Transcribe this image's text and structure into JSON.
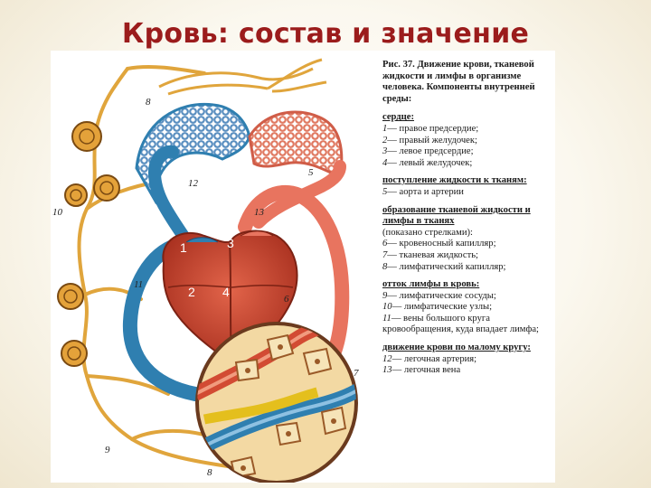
{
  "slide": {
    "title": "Кровь: состав и значение"
  },
  "figure": {
    "caption": "Рис. 37. Движение крови, тканевой жидкости и лимфы в организме человека. Компоненты внутренней среды:",
    "sections": [
      {
        "heading": "сердце:",
        "items": [
          {
            "num": "1",
            "text": "— правое предсердие;"
          },
          {
            "num": "2",
            "text": "— правый желудочек;"
          },
          {
            "num": "3",
            "text": "— левое предсердие;"
          },
          {
            "num": "4",
            "text": "— левый желудочек;"
          }
        ]
      },
      {
        "heading": "поступление жидкости к тканям:",
        "items": [
          {
            "num": "5",
            "text": "— аорта и артерии"
          }
        ]
      },
      {
        "heading": "образование тканевой жидкости и лимфы в тканях",
        "note": "(показано стрелками):",
        "items": [
          {
            "num": "6",
            "text": "— кровеносный капилляр;"
          },
          {
            "num": "7",
            "text": "— тканевая жидкость;"
          },
          {
            "num": "8",
            "text": "— лимфатический капилляр;"
          }
        ]
      },
      {
        "heading": "отток лимфы в кровь:",
        "items": [
          {
            "num": "9",
            "text": "— лимфатические сосуды;"
          },
          {
            "num": "10",
            "text": "— лимфатические узлы;"
          },
          {
            "num": "11",
            "text": "— вены большого круга кровообращения, куда впадает лимфа;"
          }
        ]
      },
      {
        "heading": "движение крови по малому кругу:",
        "items": [
          {
            "num": "12",
            "text": "— легочная артерия;"
          },
          {
            "num": "13",
            "text": "— легочная вена"
          }
        ]
      }
    ]
  },
  "diagram_labels": {
    "l1": "1",
    "l2": "2",
    "l3": "3",
    "l4": "4",
    "l5": "5",
    "l6": "6",
    "l7": "7",
    "l8a": "8",
    "l8b": "8",
    "l9": "9",
    "l10": "10",
    "l11": "11",
    "l12": "12",
    "l13": "13"
  },
  "colors": {
    "artery": "#e8745f",
    "vein": "#2f7fb0",
    "lymph": "#e6a53a",
    "tissue": "#f3d9a3",
    "heart": "#c4402d",
    "title": "#9b1c1c"
  }
}
